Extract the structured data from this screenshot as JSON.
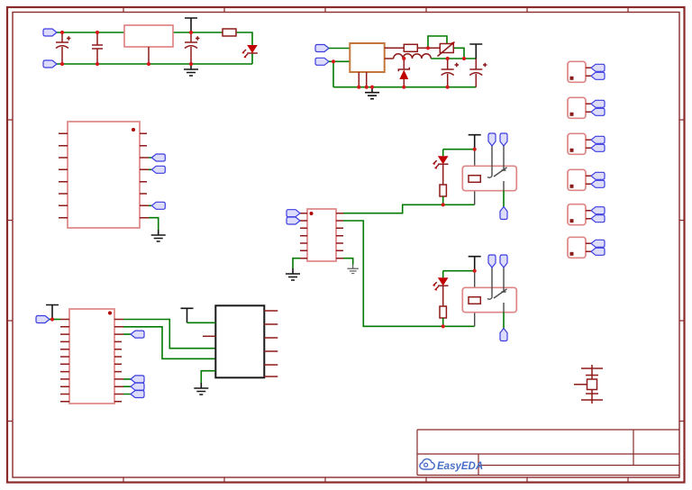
{
  "title_block": {
    "logo_text": "EasyEDA"
  },
  "sheet": {
    "type": "circuit-schematic",
    "frame_color": "#8A2B2B",
    "background": "#FFFFFF"
  },
  "colors": {
    "wire_green": "#007A00",
    "component_dark_red": "#8F1A1A",
    "part_outline_salmon": "#DE8585",
    "regulator_outline_tan": "#C5763B",
    "net_flag_blue": "#3C3CE0",
    "net_flag_fill": "#DDDDFB",
    "junction_red": "#D41A1A",
    "power_black": "#151515",
    "module_black": "#1A1A1A",
    "led_red": "#C00000",
    "logo_blue": "#4A6FC9"
  },
  "inventory": {
    "right_connector_count": 6,
    "relay_channel_count": 2,
    "large_ic_count": 3,
    "regulator_circuit_count": 2
  }
}
